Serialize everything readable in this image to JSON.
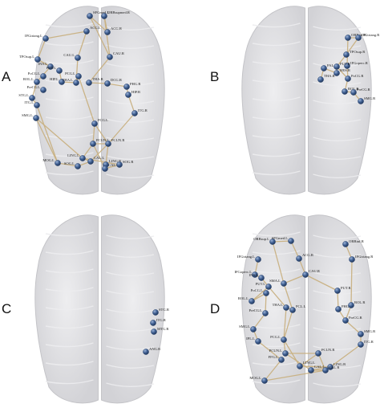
{
  "colors": {
    "brain_fill": "#dcdcde",
    "brain_edge": "#c4c4c8",
    "sulcus": "#ececee",
    "node": "#3f5f92",
    "node_highlight": "#8fa7cc",
    "edge": "#c9b182",
    "label": "#1a1a1a"
  },
  "panels": [
    {
      "letter": "A",
      "nodes": [
        {
          "label": "SFGmed.L"
        },
        {
          "label": "ORBsupmed.R"
        },
        {
          "label": "IFGtriang.L"
        },
        {
          "label": "ACG.L"
        },
        {
          "label": "ACG.R"
        },
        {
          "label": "TPOsup.L"
        },
        {
          "label": "INS.L"
        },
        {
          "label": "PUT.L"
        },
        {
          "label": "CAU.L"
        },
        {
          "label": "CAU.R"
        },
        {
          "label": "ROL.L"
        },
        {
          "label": "PoCG.L"
        },
        {
          "label": "HIP.L"
        },
        {
          "label": "PCG.L"
        },
        {
          "label": "THA.L"
        },
        {
          "label": "THA.R"
        },
        {
          "label": "DCG.R"
        },
        {
          "label": "PHG.R"
        },
        {
          "label": "HIP.R"
        },
        {
          "label": "STG.L"
        },
        {
          "label": "PreCG.L"
        },
        {
          "label": "ITG.L"
        },
        {
          "label": "SMG.L"
        },
        {
          "label": "ITG.R"
        },
        {
          "label": "PCG.L"
        },
        {
          "label": "PCUN.L"
        },
        {
          "label": "PCUN.R"
        },
        {
          "label": "LING.L"
        },
        {
          "label": "LING.R"
        },
        {
          "label": "CAL.L"
        },
        {
          "label": "CAL.R"
        },
        {
          "label": "MOG.L"
        },
        {
          "label": "SOG.L"
        },
        {
          "label": "SOG.R"
        }
      ]
    },
    {
      "letter": "B",
      "nodes": [
        {
          "label": "ORBinf.R"
        },
        {
          "label": "IFGtriang.R"
        },
        {
          "label": "TPOsup.R"
        },
        {
          "label": "IFGoperc.R"
        },
        {
          "label": "PAL.R"
        },
        {
          "label": "PUT.R"
        },
        {
          "label": "HES.R"
        },
        {
          "label": "THA.R"
        },
        {
          "label": "PoCG.R"
        },
        {
          "label": "ROL.R"
        },
        {
          "label": "PreCG.R"
        },
        {
          "label": "SMG.R"
        }
      ]
    },
    {
      "letter": "C",
      "nodes": [
        {
          "label": "STG.R"
        },
        {
          "label": "ITG.R"
        },
        {
          "label": "MTG.R"
        },
        {
          "label": "ANG.R"
        }
      ]
    },
    {
      "letter": "D",
      "nodes": [
        {
          "label": "ORBsup.L"
        },
        {
          "label": "SFGmed.L"
        },
        {
          "label": "ORBinf.R"
        },
        {
          "label": "ACG.R"
        },
        {
          "label": "IFGtriang.L"
        },
        {
          "label": "IFGoperc.L"
        },
        {
          "label": "IFGtriang.R"
        },
        {
          "label": "CAU.R"
        },
        {
          "label": "INS.L"
        },
        {
          "label": "SMA.L"
        },
        {
          "label": "PUT.L"
        },
        {
          "label": "PUT.R"
        },
        {
          "label": "PoCG.L"
        },
        {
          "label": "ROL.L"
        },
        {
          "label": "THA.L"
        },
        {
          "label": "PreCG.L"
        },
        {
          "label": "PCL.L"
        },
        {
          "label": "PHG.R"
        },
        {
          "label": "ROL.R"
        },
        {
          "label": "SMG.L"
        },
        {
          "label": "PreCG.R"
        },
        {
          "label": "IPL.L"
        },
        {
          "label": "PCG.L"
        },
        {
          "label": "PCUN.L"
        },
        {
          "label": "PCUN.R"
        },
        {
          "label": "SMG.R"
        },
        {
          "label": "ITG.R"
        },
        {
          "label": "FFG.L"
        },
        {
          "label": "LING.L"
        },
        {
          "label": "LING.R"
        },
        {
          "label": "CAL.L"
        },
        {
          "label": "CAL.R"
        },
        {
          "label": "MOG.L"
        }
      ]
    }
  ]
}
